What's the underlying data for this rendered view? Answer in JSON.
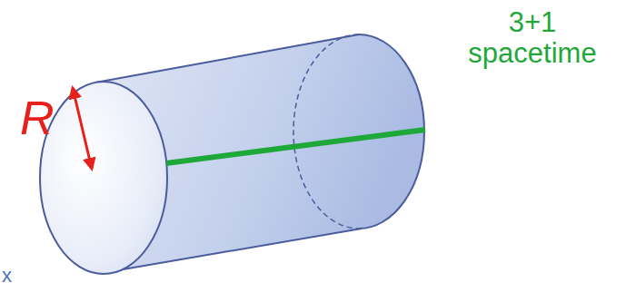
{
  "diagram": {
    "labels": [
      "R",
      "3+1 spacetime",
      "x"
    ]
  }
}
